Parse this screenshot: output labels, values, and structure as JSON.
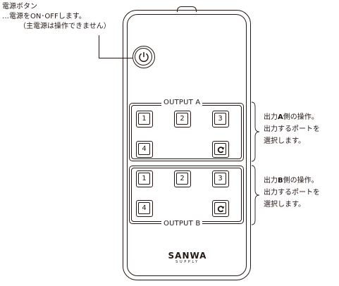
{
  "power_note": {
    "title": "電源ボタン",
    "line1": "…電源をON･OFFします。",
    "line2": "（主電源は操作できません）"
  },
  "output_a": {
    "label": "OUTPUT A",
    "keys": [
      "1",
      "2",
      "3",
      "4"
    ],
    "note_prefix": "出力",
    "note_letter": "A",
    "note_suffix": "側の操作。",
    "note_line2": "出力するポートを",
    "note_line3": "選択します。"
  },
  "output_b": {
    "label": "OUTPUT B",
    "keys": [
      "1",
      "2",
      "3",
      "4"
    ],
    "note_prefix": "出力",
    "note_letter": "B",
    "note_suffix": "側の操作。",
    "note_line2": "出力するポートを",
    "note_line3": "選択します。"
  },
  "logo": {
    "brand": "SANWA",
    "sub": "SUPPLY"
  },
  "icons": {
    "power": "power-icon",
    "cycle": "cycle-icon"
  },
  "colors": {
    "line": "#231815",
    "background": "#ffffff"
  }
}
